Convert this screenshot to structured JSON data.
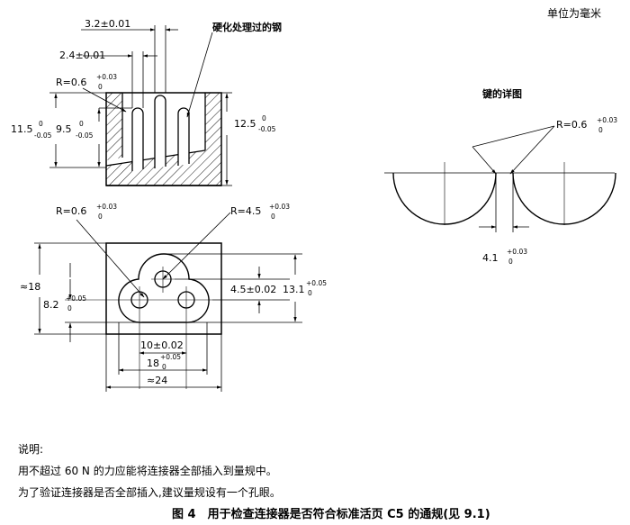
{
  "unit": "单位为毫米",
  "labels": {
    "hardened_steel": "硬化处理过的钢",
    "key_detail": "键的详图"
  },
  "dims": {
    "d32": "3.2±0.01",
    "d24": "2.4±0.01",
    "r06_base": "R=0.6",
    "r06_sup": "+0.03",
    "r06_sub": "0",
    "h115_base": "11.5",
    "h115_sup": "0",
    "h115_sub": "-0.05",
    "h95_base": "9.5",
    "h95_sup": "0",
    "h95_sub": "-0.05",
    "h125_base": "12.5",
    "h125_sup": "0",
    "h125_sub": "-0.05",
    "r45_base": "R=4.5",
    "r45_sup": "+0.03",
    "r45_sub": "0",
    "approx18": "≈18",
    "d82_base": "8.2",
    "d82_sup": "+0.05",
    "d82_sub": "0",
    "d45": "4.5±0.02",
    "d131_base": "13.1",
    "d131_sup": "+0.05",
    "d131_sub": "0",
    "d10": "10±0.02",
    "d18_base": "18",
    "d18_sup": "+0.05",
    "d18_sub": "0",
    "approx24": "≈24",
    "key_r06_base": "R=0.6",
    "key_r06_sup": "+0.03",
    "key_r06_sub": "0",
    "d41_base": "4.1",
    "d41_sup": "+0.03",
    "d41_sub": "0"
  },
  "notes": {
    "title": "说明:",
    "line1": "用不超过 60 N 的力应能将连接器全部插入到量规中。",
    "line2": "为了验证连接器是否全部插入,建议量规设有一个孔眼。"
  },
  "caption": "图 4　用于检查连接器是否符合标准活页 C5 的通规(见 9.1)"
}
